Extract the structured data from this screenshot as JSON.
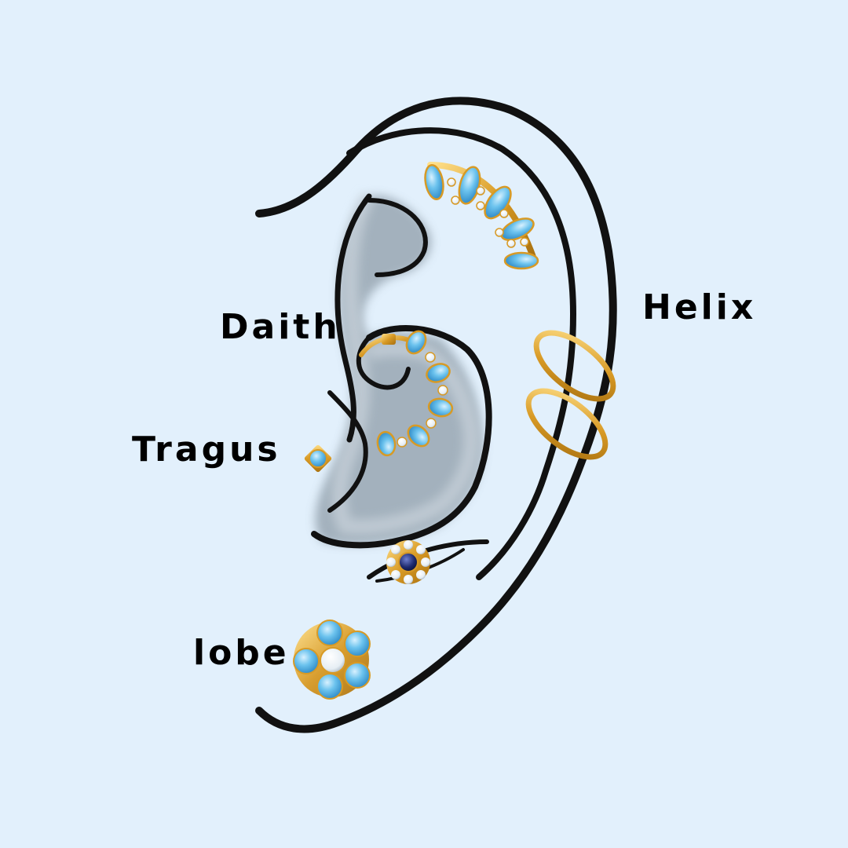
{
  "labels": {
    "daith": "Daith",
    "helix": "Helix",
    "tragus": "Tragus",
    "lobe": "lobe"
  },
  "colors": {
    "background": "#e2f0fc",
    "ear_outline": "#111111",
    "ear_shadow": "#8b9aa6",
    "gold": "#e0a52c",
    "aqua_stone": "#5ab6e4",
    "clear_stone": "#f4f8fb",
    "sapphire_stone": "#1e2a6e"
  },
  "jewelry": [
    {
      "name": "helix climber",
      "stone": "aqua_stone"
    },
    {
      "name": "helix hoops",
      "stone": "gold"
    },
    {
      "name": "daith clicker",
      "stone": "aqua_stone"
    },
    {
      "name": "tragus stud",
      "stone": "aqua_stone"
    },
    {
      "name": "conch flower stud",
      "stone": "sapphire_stone"
    },
    {
      "name": "lobe flower stud",
      "stone": "aqua_stone"
    }
  ]
}
